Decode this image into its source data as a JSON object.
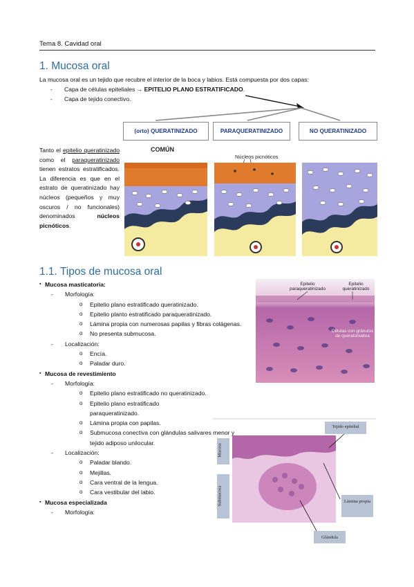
{
  "header": {
    "running_title": "Tema 8. Cavidad oral"
  },
  "section1": {
    "title": "1. Mucosa oral",
    "intro": "La mucosa oral es un tejido que recubre el interior de la boca y labios. Está compuesta por dos capas:",
    "layers": [
      {
        "prefix": "Capa de células epiteliales → ",
        "bold": "EPITELIO PLANO ESTRATIFICADO",
        "suffix": "."
      },
      {
        "prefix": "Capa de tejido conectivo.",
        "bold": "",
        "suffix": ""
      }
    ],
    "types": [
      "(orto) QUERATINIZADO",
      "PARAQUERATINIZADO",
      "NO QUERATINIZADO"
    ],
    "figure_labels": {
      "common": "COMÚN",
      "nuclei": "Núcleos picnóticos"
    },
    "side_text": {
      "p1": "Tanto el ",
      "u1": "epitelio queratinizado",
      "p2": " como el ",
      "u2": "paraqueratinizado",
      "p3": " tienen estratos estratificados. La diferencia es que en el estrato de queratinizado hay núcleos (pequeños y muy oscuros / no funcionales) denominados ",
      "b1": "núcleos picnóticos",
      "p4": "."
    }
  },
  "section11": {
    "title": "1.1. Tipos de mucosa oral",
    "masticatoria": {
      "name": "Mucosa masticatoria:",
      "morfologia_label": "Morfología:",
      "morfologia": [
        "Epitelio plano estratificado queratinizado.",
        "Epitelio planto estratificado paraqueratinizado.",
        "Lámina propia con numerosas papilas y fibras colágenas.",
        "No presenta submucosa."
      ],
      "localizacion_label": "Localización:",
      "localizacion": [
        "Encía.",
        "Paladar duro."
      ]
    },
    "revestimiento": {
      "name": "Mucosa de revestimiento",
      "morfologia_label": "Morfología:",
      "morfologia": [
        "Epitelio plano estratificado no queratinizado.",
        "Epitelio plano estratificado paraqueratinizado.",
        "Lámina propia con papilas.",
        "Submucosa conectiva con glándulas salivares menor y tejido adiposo unilocular."
      ],
      "localizacion_label": "Localización:",
      "localizacion": [
        "Paladar blando.",
        "Mejillas.",
        "Cara ventral de la lengua.",
        "Cara vestibular del labio."
      ]
    },
    "especializada": {
      "name": "Mucosa especializada",
      "morfologia_label": "Morfología:"
    }
  },
  "micrograph1": {
    "labels": {
      "para": "Epitelio paraqueratinizado",
      "quera": "Epitelio queratinizado",
      "cells": "Células con gránulos de queratohialina"
    }
  },
  "micrograph2": {
    "labels": {
      "epitelial": "Tejido epitelial",
      "mucosa": "Mucosa",
      "submucosa": "Submucosa",
      "lamina": "Lámina propia",
      "glandula": "Glándula"
    }
  },
  "colors": {
    "heading": "#2e6da4",
    "type_label": "#1f3d8c",
    "keratin": "#e07a2c",
    "epithelium": "#a8a4dd",
    "basal": "#2b3b5c",
    "connective": "#f4eba0",
    "stain_pink": "#d88fb9",
    "stain_purple": "#b467a8"
  }
}
